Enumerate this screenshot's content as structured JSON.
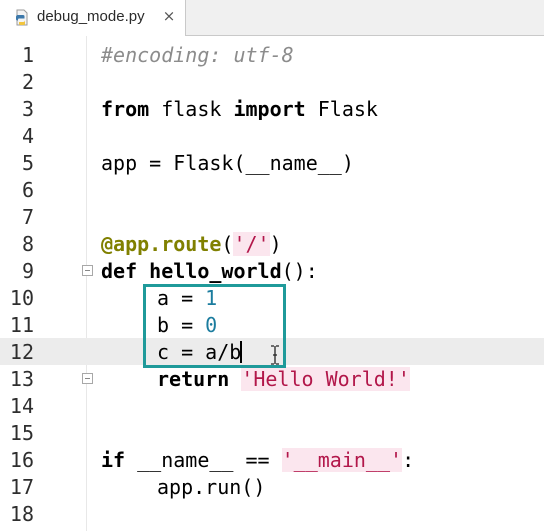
{
  "tab": {
    "label": "debug_mode.py",
    "close": "×"
  },
  "editor": {
    "current_line": 12,
    "lines": [
      {
        "n": "1"
      },
      {
        "n": "2"
      },
      {
        "n": "3"
      },
      {
        "n": "4"
      },
      {
        "n": "5"
      },
      {
        "n": "6"
      },
      {
        "n": "7"
      },
      {
        "n": "8"
      },
      {
        "n": "9"
      },
      {
        "n": "10"
      },
      {
        "n": "11"
      },
      {
        "n": "12"
      },
      {
        "n": "13"
      },
      {
        "n": "14"
      },
      {
        "n": "15"
      },
      {
        "n": "16"
      },
      {
        "n": "17"
      },
      {
        "n": "18"
      }
    ],
    "code": {
      "l1_comment": "#encoding: utf-8",
      "l3_from": "from",
      "l3_mid": " flask ",
      "l3_import": "import",
      "l3_end": " Flask",
      "l5": "app = Flask(__name__)",
      "l8_at": "@",
      "l8_dec": "app.route",
      "l8_open": "(",
      "l8_str": "'/'",
      "l8_close": ")",
      "l9_def": "def",
      "l9_space": " ",
      "l9_fn": "hello_world",
      "l9_end": "():",
      "l10_lhs": "a = ",
      "l10_num": "1",
      "l11_lhs": "b = ",
      "l11_num": "0",
      "l12": "c = a/b",
      "l13_return": "return",
      "l13_space": " ",
      "l13_str": "'Hello World!'",
      "l16_if": "if",
      "l16_mid": " __name__ == ",
      "l16_str": "'__main__'",
      "l16_end": ":",
      "l17": "app.run()"
    }
  },
  "colors": {
    "highlight_box": "#1f9a9a",
    "string": "#b2174a",
    "number": "#1b7c9e",
    "comment": "#8c8c8c"
  },
  "icons": {
    "tab_icon": "python-file-icon",
    "cursor": "text-cursor-icon"
  }
}
